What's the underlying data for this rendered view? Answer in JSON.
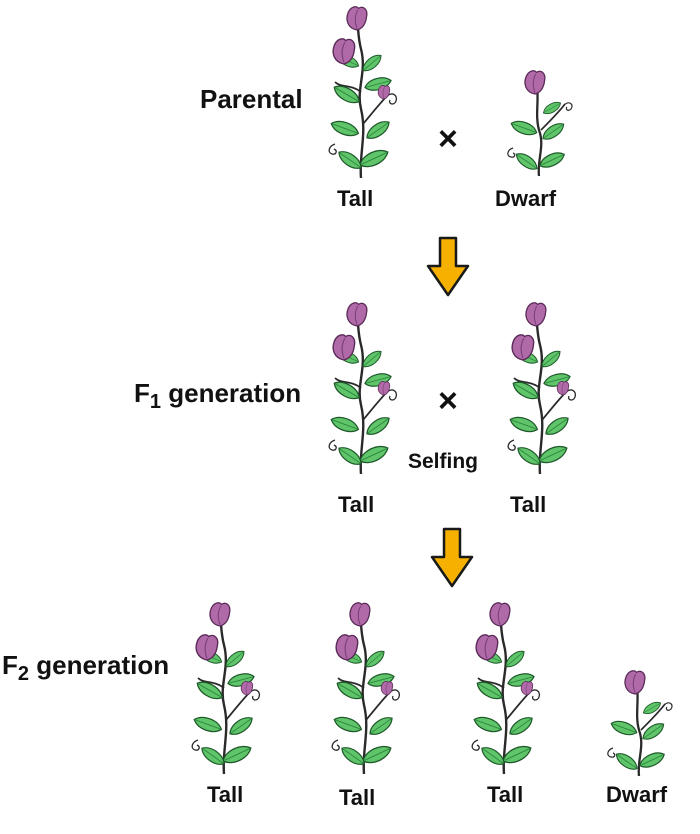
{
  "generations": {
    "parental": {
      "label": "Parental"
    },
    "f1": {
      "prefix": "F",
      "sub": "1",
      "suffix": " generation"
    },
    "f2": {
      "prefix": "F",
      "sub": "2",
      "suffix": " generation"
    }
  },
  "symbols": {
    "cross": "×",
    "selfing": "Selfing"
  },
  "plants": [
    {
      "label": "Tall",
      "type": "tall"
    },
    {
      "label": "Dwarf",
      "type": "dwarf"
    },
    {
      "label": "Tall",
      "type": "tall"
    },
    {
      "label": "Tall",
      "type": "tall"
    },
    {
      "label": "Tall",
      "type": "tall"
    },
    {
      "label": "Tall",
      "type": "tall"
    },
    {
      "label": "Tall",
      "type": "tall"
    },
    {
      "label": "Dwarf",
      "type": "dwarf"
    }
  ],
  "colors": {
    "flower": "#b06aa8",
    "flower_dark": "#7a3f78",
    "leaf": "#5fc46a",
    "leaf_dark": "#2c8a3c",
    "stem": "#2a2a2a",
    "arrow": "#f5b000"
  }
}
